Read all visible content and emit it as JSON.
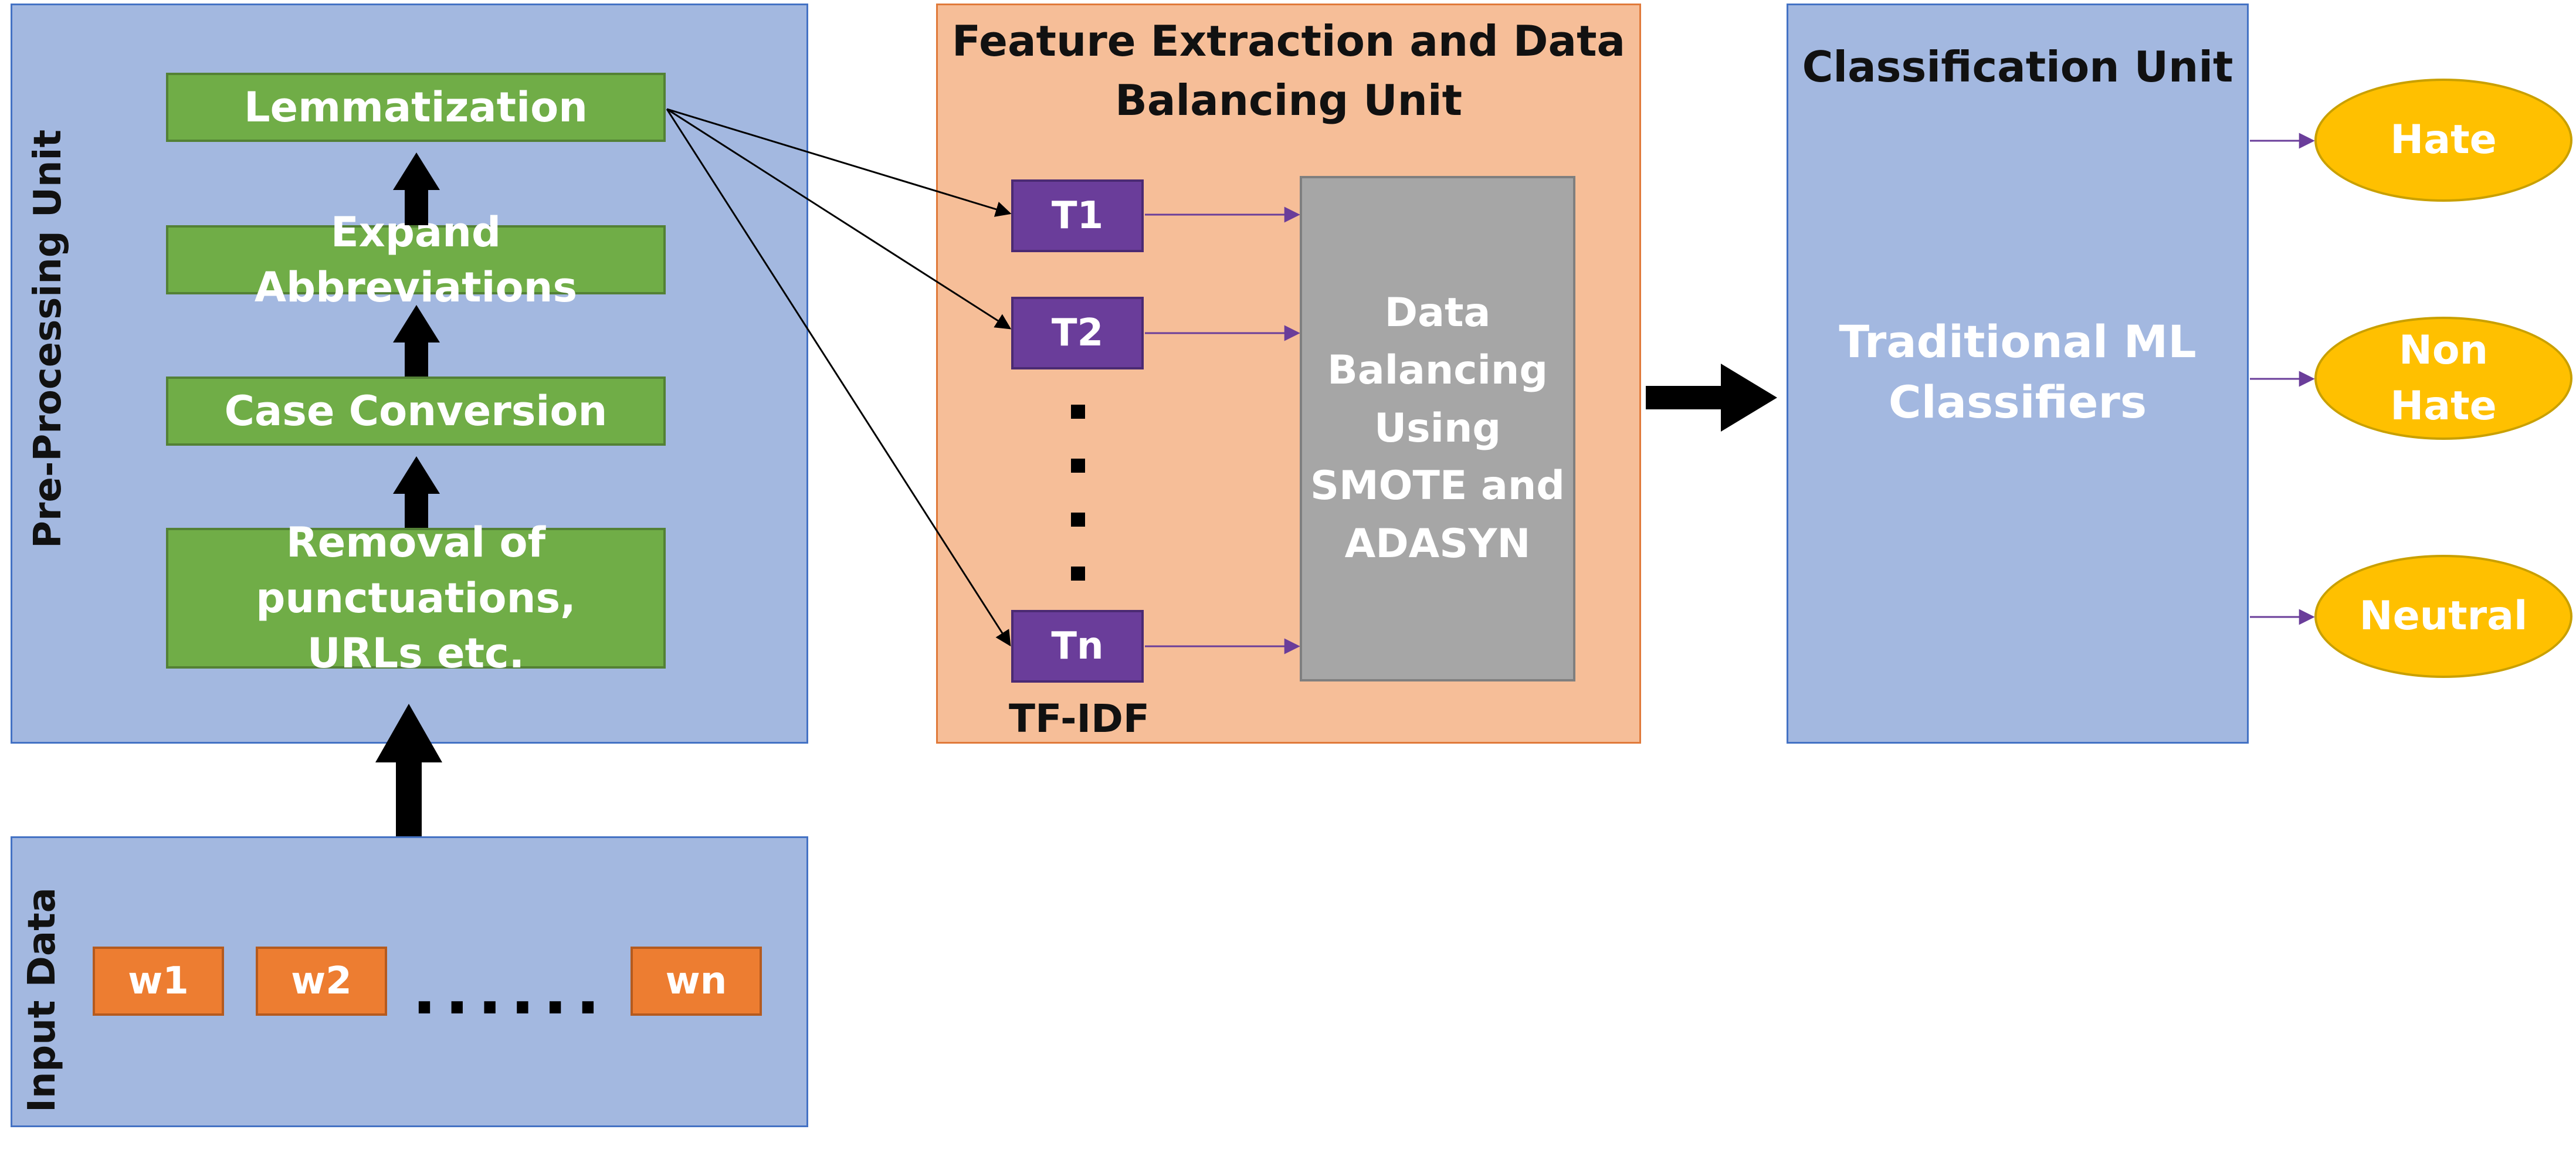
{
  "preprocessing": {
    "label": "Pre-Processing Unit",
    "steps": [
      "Lemmatization",
      "Expand Abbreviations",
      "Case Conversion",
      "Removal of punctuations, URLs etc."
    ]
  },
  "input": {
    "label": "Input Data",
    "tokens": [
      "w1",
      "w2",
      "wn"
    ],
    "ellipsis": "......"
  },
  "feature": {
    "title_line1": "Feature Extraction and Data",
    "title_line2": "Balancing Unit",
    "tfidf_boxes": [
      "T1",
      "T2",
      "Tn"
    ],
    "tfidf_label": "TF-IDF",
    "balancing_line1": "Data",
    "balancing_line2": "Balancing",
    "balancing_line3": "Using",
    "balancing_line4": "SMOTE and",
    "balancing_line5": "ADASYN"
  },
  "classification": {
    "title": "Classification Unit",
    "body_line1": "Traditional ML",
    "body_line2": "Classifiers"
  },
  "outputs": {
    "hate": "Hate",
    "nonhate_line1": "Non",
    "nonhate_line2": "Hate",
    "neutral": "Neutral"
  },
  "colors": {
    "unit_blue": "#a3b8e0",
    "unit_orange": "#f6be98",
    "step_green": "#70ad47",
    "tfidf_purple": "#6a3d9a",
    "token_orange": "#ed7d31",
    "balancing_grey": "#a6a6a6",
    "output_yellow": "#ffc000"
  }
}
